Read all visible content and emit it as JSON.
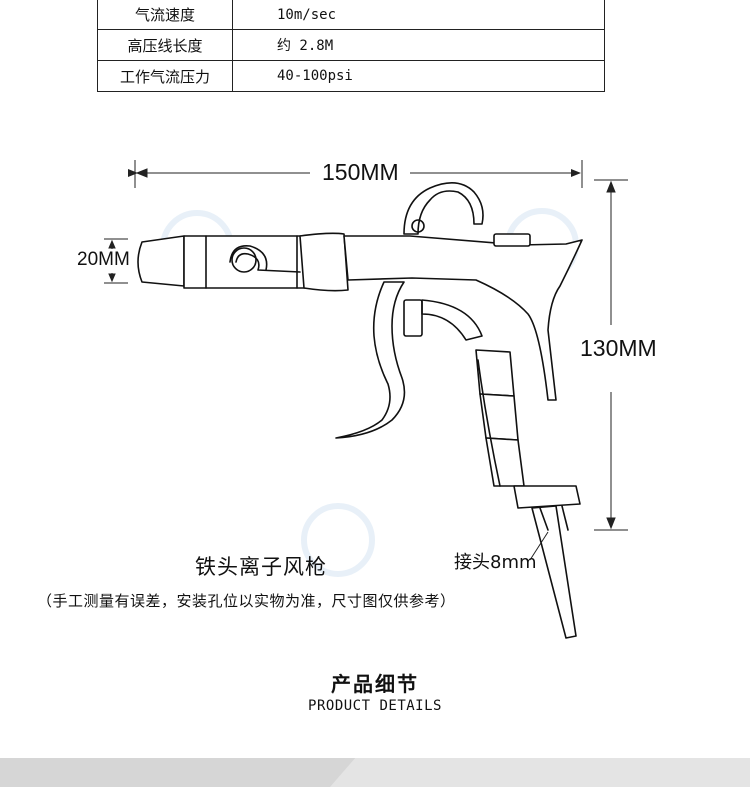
{
  "specs": [
    {
      "label": "气流速度",
      "value": "10m/sec"
    },
    {
      "label": "高压线长度",
      "value": "约 2.8M"
    },
    {
      "label": "工作气流压力",
      "value": "40-100psi"
    }
  ],
  "dimensions": {
    "width": "150MM",
    "nozzle": "20MM",
    "height": "130MM"
  },
  "caption": {
    "title": "铁头离子风枪",
    "joint": "接头8mm",
    "note": "（手工测量有误差，安装孔位以实物为准，尺寸图仅供参考）"
  },
  "section": {
    "title": "产品细节",
    "subtitle": "PRODUCT DETAILS"
  }
}
